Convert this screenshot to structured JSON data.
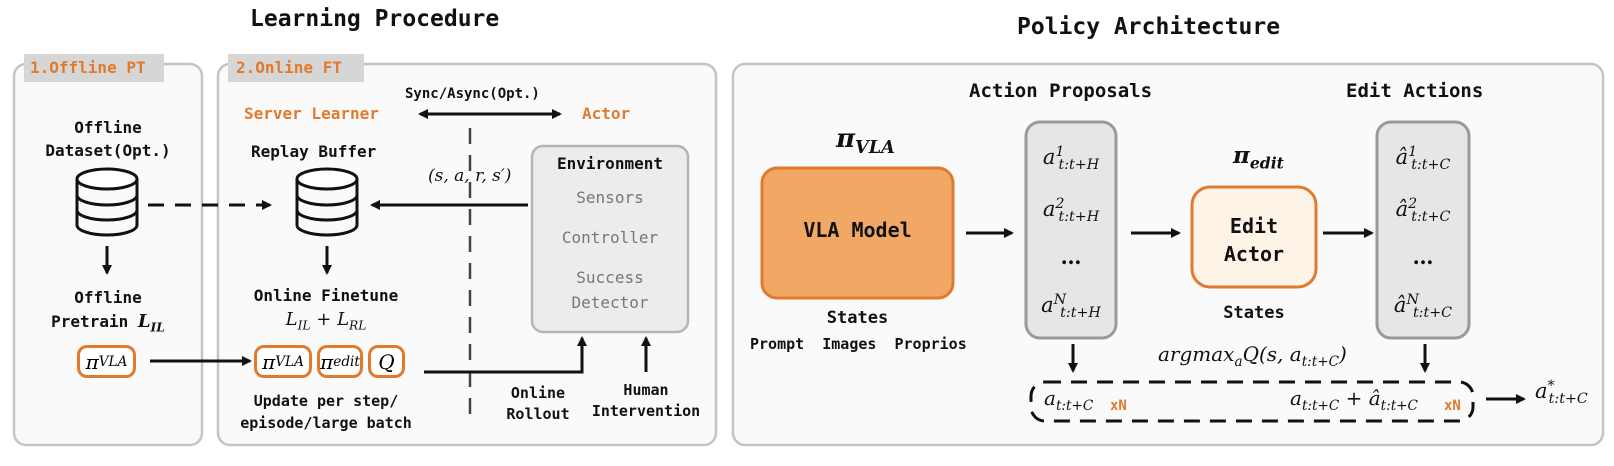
{
  "titles": {
    "learning": "Learning Procedure",
    "policy": "Policy Architecture"
  },
  "tabs": {
    "offline_pt": "1.Offline PT",
    "online_ft": "2.Online FT"
  },
  "offline": {
    "dataset_line1": "Offline",
    "dataset_line2": "Dataset(Opt.)",
    "pretrain_line1": "Offline",
    "pretrain_line2": "Pretrain",
    "pretrain_loss": "L",
    "pretrain_loss_sub": "IL",
    "pi": "π",
    "pi_sub": "VLA"
  },
  "online": {
    "server_learner": "Server Learner",
    "sync": "Sync/Async(Opt.)",
    "actor": "Actor",
    "replay_buffer": "Replay Buffer",
    "transition": "(s, a, r, s′)",
    "finetune": "Online Finetune",
    "loss_a": "L",
    "loss_a_sub": "IL",
    "loss_plus": " + ",
    "loss_b": "L",
    "loss_b_sub": "RL",
    "pi_vla": "π",
    "pi_vla_sub": "VLA",
    "pi_edit": "π",
    "pi_edit_sub": "edit",
    "q": "Q",
    "update_line1": "Update per step/",
    "update_line2": "episode/large batch",
    "rollout_line1": "Online",
    "rollout_line2": "Rollout",
    "human_line1": "Human",
    "human_line2": "Intervention"
  },
  "environment": {
    "title": "Environment",
    "items": [
      "Sensors",
      "Controller",
      "Success",
      "Detector"
    ]
  },
  "policy": {
    "action_proposals": "Action Proposals",
    "edit_actions": "Edit Actions",
    "pi_vla": "π",
    "pi_vla_sub": "VLA",
    "vla_model": "VLA Model",
    "states_left": "States",
    "inputs": "Prompt  Images  Proprios",
    "pi_edit": "π",
    "pi_edit_sub": "edit",
    "edit_actor_line1": "Edit",
    "edit_actor_line2": "Actor",
    "states_right": "States",
    "proposals": [
      {
        "base": "a",
        "sup": "1",
        "sub": "t:t+H"
      },
      {
        "base": "a",
        "sup": "2",
        "sub": "t:t+H"
      },
      {
        "base": "…",
        "sup": "",
        "sub": ""
      },
      {
        "base": "a",
        "sup": "N",
        "sub": "t:t+H"
      }
    ],
    "edits": [
      {
        "base": "â",
        "sup": "1",
        "sub": "t:t+C"
      },
      {
        "base": "â",
        "sup": "2",
        "sub": "t:t+C"
      },
      {
        "base": "…",
        "sup": "",
        "sub": ""
      },
      {
        "base": "â",
        "sup": "N",
        "sub": "t:t+C"
      }
    ],
    "argmax_prefix": "argmax",
    "argmax_sub": "a",
    "argmax_body": "Q(s, a",
    "argmax_body_sub": "t:t+C",
    "argmax_close": ")",
    "cand_left_base": "a",
    "cand_left_sub": "t:t+C",
    "xn": "xN",
    "cand_right_a": "a",
    "cand_right_a_sub": "t:t+C",
    "cand_right_plus": " + ",
    "cand_right_b": "â",
    "cand_right_b_sub": "t:t+C",
    "result_base": "a",
    "result_sup": "*",
    "result_sub": "t:t+C"
  },
  "colors": {
    "accent": "#e07a2e",
    "vla_fill": "#f0a864",
    "edit_fill": "#fdf3e6",
    "panel_border": "#c4c4c4",
    "grey_box": "#ececec"
  }
}
